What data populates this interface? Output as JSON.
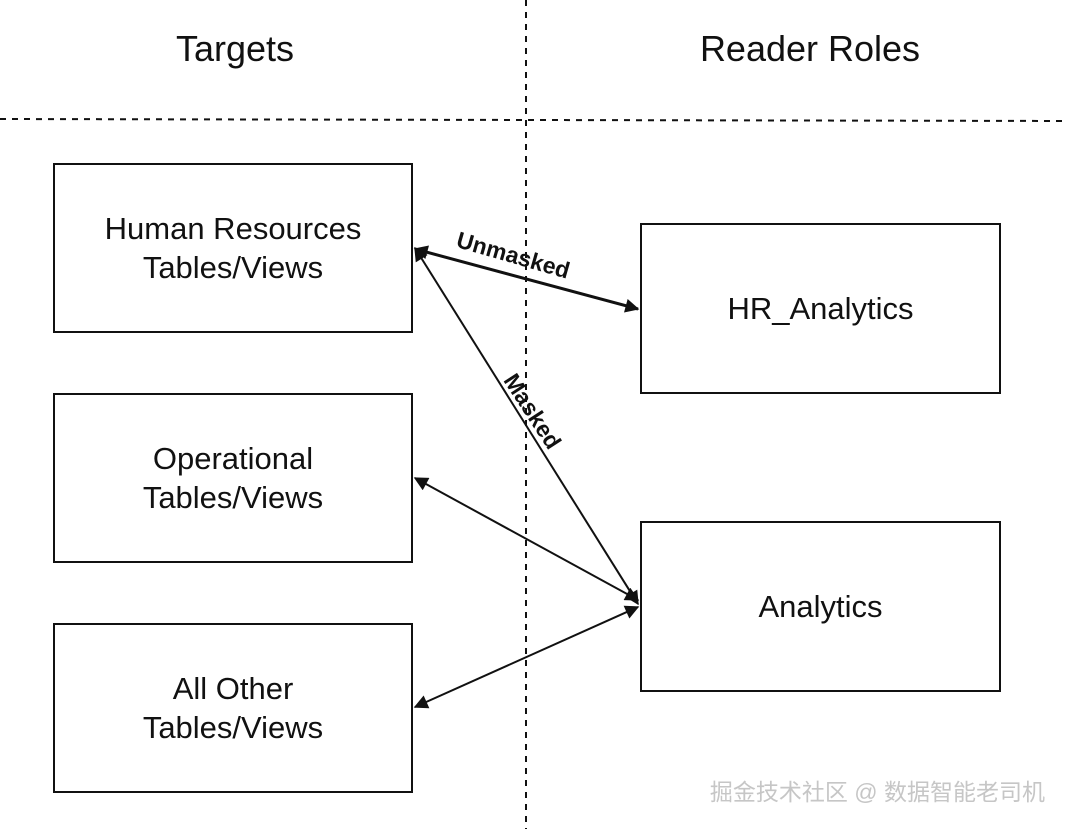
{
  "headers": {
    "left": "Targets",
    "right": "Reader Roles"
  },
  "targets": [
    {
      "line1": "Human Resources",
      "line2": "Tables/Views"
    },
    {
      "line1": "Operational",
      "line2": "Tables/Views"
    },
    {
      "line1": "All Other",
      "line2": "Tables/Views"
    }
  ],
  "roles": [
    {
      "label": "HR_Analytics"
    },
    {
      "label": "Analytics"
    }
  ],
  "edges": {
    "unmasked": "Unmasked",
    "masked": "Masked"
  },
  "watermark": "掘金技术社区 @ 数据智能老司机",
  "colors": {
    "line": "#111111",
    "watermark": "#c6c6c6"
  }
}
